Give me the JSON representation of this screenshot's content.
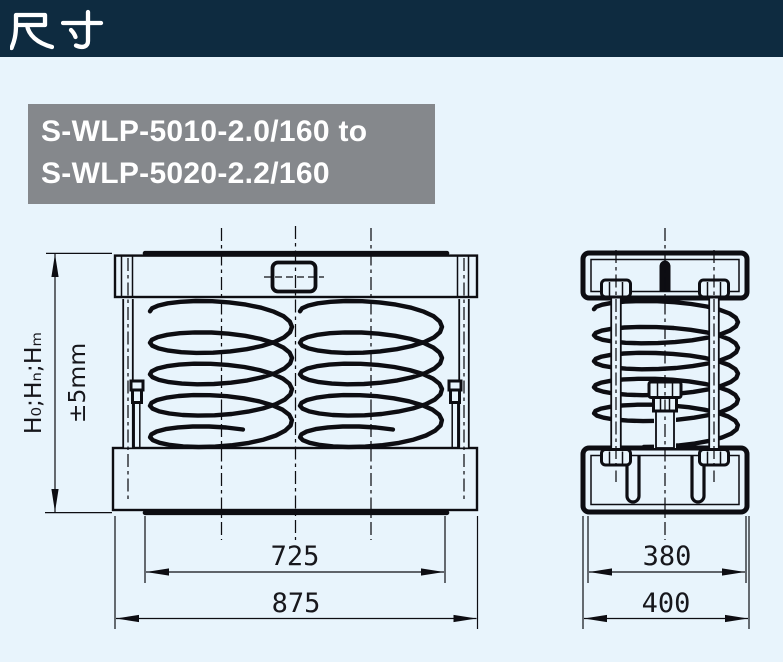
{
  "page": {
    "title": "尺寸"
  },
  "model_label": {
    "line1": "S-WLP-5010-2.0/160 to",
    "line2": "S-WLP-5020-2.2/160"
  },
  "front_view": {
    "height_dim": {
      "label": "H₀;Hₙ;Hₘ",
      "tolerance": "±5mm"
    },
    "dim_inner_mm": "725",
    "dim_outer_mm": "875"
  },
  "side_view": {
    "dim_inner_mm": "380",
    "dim_outer_mm": "400"
  },
  "colors": {
    "header_bg": "#0e2b40",
    "header_text": "#ffffff",
    "page_bg": "#e8f4fc",
    "label_bg": "#85888c",
    "label_text": "#ffffff",
    "line": "#0d0d12",
    "dim_text": "#17171c"
  }
}
